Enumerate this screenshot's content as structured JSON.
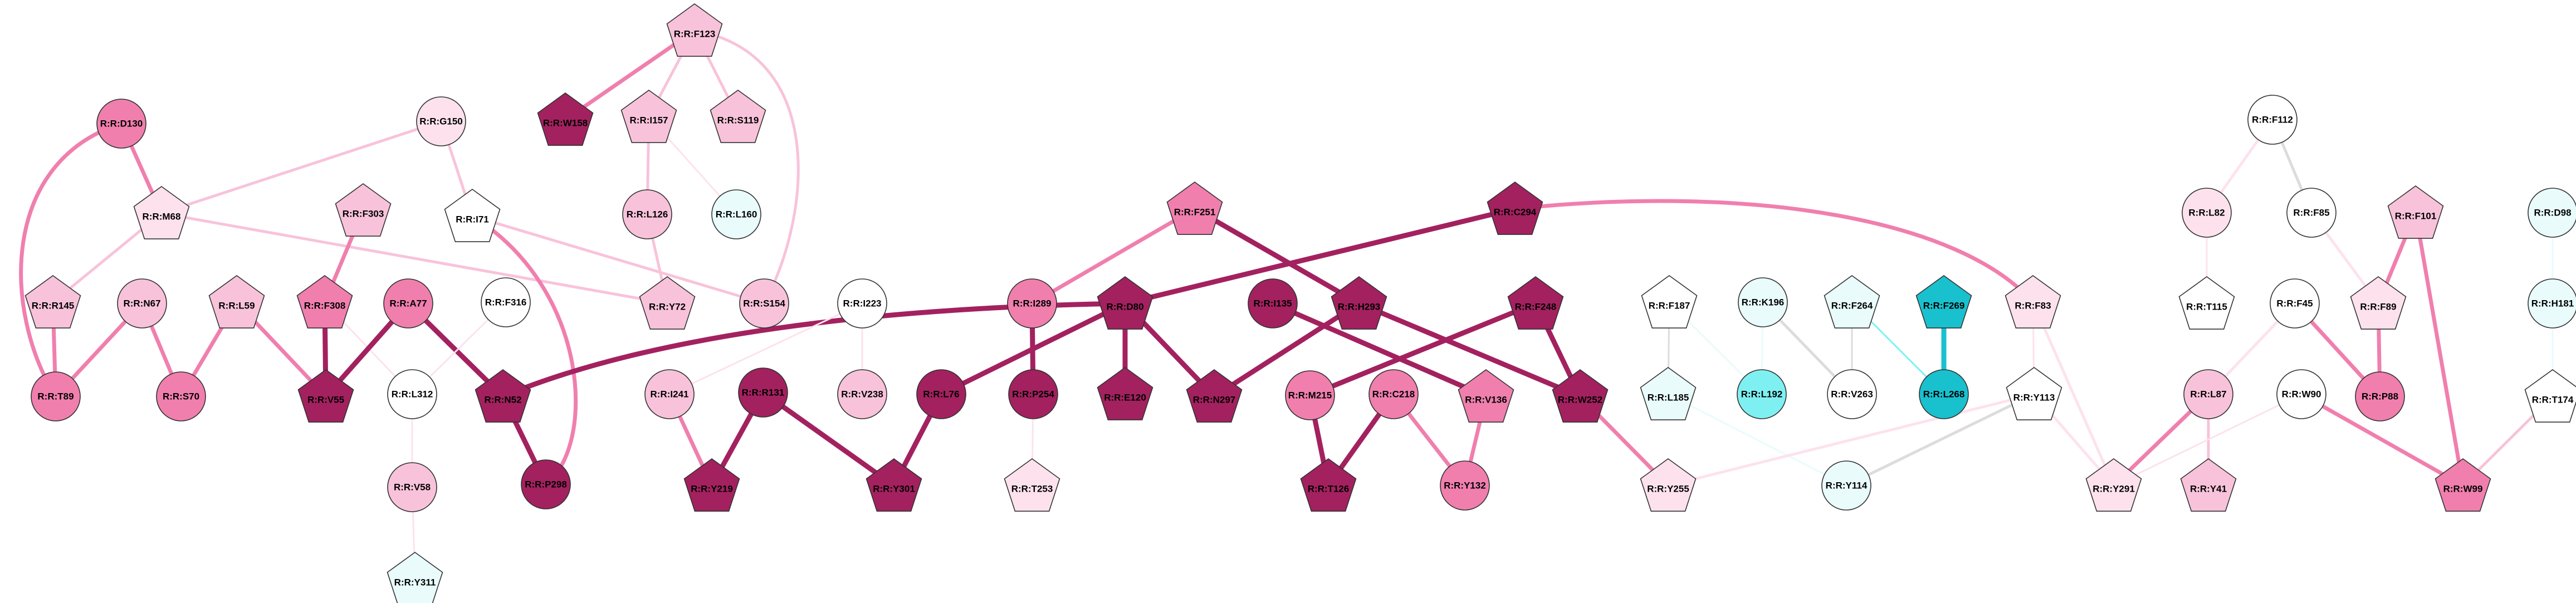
{
  "colors": {
    "white": "#ffffff",
    "pink_pale": "#fde2ee",
    "pink_light": "#f8c3da",
    "pink": "#f07fae",
    "magenta": "#a3215f",
    "cyan_pale": "#e9fbfb",
    "cyan": "#7ff0f2",
    "cyan_dark": "#19c1ce",
    "edge_grey": "#dcdcdc"
  },
  "nodes": [
    {
      "id": "F123",
      "label": "R:R:F123",
      "shape": "pentagon",
      "fill": "pink_light"
    },
    {
      "id": "W158",
      "label": "R:R:W158",
      "shape": "pentagon",
      "fill": "magenta"
    },
    {
      "id": "I157",
      "label": "R:R:I157",
      "shape": "pentagon",
      "fill": "pink_light"
    },
    {
      "id": "S119",
      "label": "R:R:S119",
      "shape": "pentagon",
      "fill": "pink_light"
    },
    {
      "id": "D130",
      "label": "R:R:D130",
      "shape": "circle",
      "fill": "pink"
    },
    {
      "id": "G150",
      "label": "R:R:G150",
      "shape": "circle",
      "fill": "pink_pale"
    },
    {
      "id": "M68",
      "label": "R:R:M68",
      "shape": "pentagon",
      "fill": "pink_pale"
    },
    {
      "id": "F303",
      "label": "R:R:F303",
      "shape": "pentagon",
      "fill": "pink_light"
    },
    {
      "id": "I71",
      "label": "R:R:I71",
      "shape": "pentagon",
      "fill": "white"
    },
    {
      "id": "L126",
      "label": "R:R:L126",
      "shape": "circle",
      "fill": "pink_light"
    },
    {
      "id": "L160",
      "label": "R:R:L160",
      "shape": "circle",
      "fill": "cyan_pale"
    },
    {
      "id": "R145",
      "label": "R:R:R145",
      "shape": "pentagon",
      "fill": "pink_light"
    },
    {
      "id": "N67",
      "label": "R:R:N67",
      "shape": "circle",
      "fill": "pink_light"
    },
    {
      "id": "L59",
      "label": "R:R:L59",
      "shape": "pentagon",
      "fill": "pink_light"
    },
    {
      "id": "F308",
      "label": "R:R:F308",
      "shape": "pentagon",
      "fill": "pink"
    },
    {
      "id": "A77",
      "label": "R:R:A77",
      "shape": "circle",
      "fill": "pink"
    },
    {
      "id": "F316",
      "label": "R:R:F316",
      "shape": "circle",
      "fill": "white"
    },
    {
      "id": "Y72",
      "label": "R:R:Y72",
      "shape": "pentagon",
      "fill": "pink_light"
    },
    {
      "id": "S154",
      "label": "R:R:S154",
      "shape": "circle",
      "fill": "pink_light"
    },
    {
      "id": "I223",
      "label": "R:R:I223",
      "shape": "circle",
      "fill": "white"
    },
    {
      "id": "T89",
      "label": "R:R:T89",
      "shape": "circle",
      "fill": "pink"
    },
    {
      "id": "S70",
      "label": "R:R:S70",
      "shape": "circle",
      "fill": "pink"
    },
    {
      "id": "V55",
      "label": "R:R:V55",
      "shape": "pentagon",
      "fill": "magenta"
    },
    {
      "id": "L312",
      "label": "R:R:L312",
      "shape": "circle",
      "fill": "white"
    },
    {
      "id": "N52",
      "label": "R:R:N52",
      "shape": "pentagon",
      "fill": "magenta"
    },
    {
      "id": "P298",
      "label": "R:R:P298",
      "shape": "circle",
      "fill": "magenta"
    },
    {
      "id": "V58",
      "label": "R:R:V58",
      "shape": "circle",
      "fill": "pink_light"
    },
    {
      "id": "Y311",
      "label": "R:R:Y311",
      "shape": "pentagon",
      "fill": "cyan_pale"
    },
    {
      "id": "I241",
      "label": "R:R:I241",
      "shape": "circle",
      "fill": "pink_light"
    },
    {
      "id": "R131",
      "label": "R:R:R131",
      "shape": "circle",
      "fill": "magenta"
    },
    {
      "id": "V238",
      "label": "R:R:V238",
      "shape": "circle",
      "fill": "pink_light"
    },
    {
      "id": "Y219",
      "label": "R:R:Y219",
      "shape": "pentagon",
      "fill": "magenta"
    },
    {
      "id": "Y301",
      "label": "R:R:Y301",
      "shape": "pentagon",
      "fill": "magenta"
    },
    {
      "id": "F251",
      "label": "R:R:F251",
      "shape": "pentagon",
      "fill": "pink"
    },
    {
      "id": "C294",
      "label": "R:R:C294",
      "shape": "pentagon",
      "fill": "magenta"
    },
    {
      "id": "I289",
      "label": "R:R:I289",
      "shape": "circle",
      "fill": "pink"
    },
    {
      "id": "D80",
      "label": "R:R:D80",
      "shape": "pentagon",
      "fill": "magenta"
    },
    {
      "id": "I135",
      "label": "R:R:I135",
      "shape": "circle",
      "fill": "magenta"
    },
    {
      "id": "H293",
      "label": "R:R:H293",
      "shape": "pentagon",
      "fill": "magenta"
    },
    {
      "id": "F248",
      "label": "R:R:F248",
      "shape": "pentagon",
      "fill": "magenta"
    },
    {
      "id": "L76",
      "label": "R:R:L76",
      "shape": "circle",
      "fill": "magenta"
    },
    {
      "id": "P254",
      "label": "R:R:P254",
      "shape": "circle",
      "fill": "magenta"
    },
    {
      "id": "E120",
      "label": "R:R:E120",
      "shape": "pentagon",
      "fill": "magenta"
    },
    {
      "id": "N297",
      "label": "R:R:N297",
      "shape": "pentagon",
      "fill": "magenta"
    },
    {
      "id": "M215",
      "label": "R:R:M215",
      "shape": "circle",
      "fill": "pink"
    },
    {
      "id": "C218",
      "label": "R:R:C218",
      "shape": "circle",
      "fill": "pink"
    },
    {
      "id": "V136",
      "label": "R:R:V136",
      "shape": "pentagon",
      "fill": "pink"
    },
    {
      "id": "W252",
      "label": "R:R:W252",
      "shape": "pentagon",
      "fill": "magenta"
    },
    {
      "id": "T253",
      "label": "R:R:T253",
      "shape": "pentagon",
      "fill": "pink_pale"
    },
    {
      "id": "T126",
      "label": "R:R:T126",
      "shape": "pentagon",
      "fill": "magenta"
    },
    {
      "id": "Y132",
      "label": "R:R:Y132",
      "shape": "circle",
      "fill": "pink"
    },
    {
      "id": "F187",
      "label": "R:R:F187",
      "shape": "pentagon",
      "fill": "white"
    },
    {
      "id": "K196",
      "label": "R:R:K196",
      "shape": "circle",
      "fill": "cyan_pale"
    },
    {
      "id": "F264",
      "label": "R:R:F264",
      "shape": "pentagon",
      "fill": "cyan_pale"
    },
    {
      "id": "F269",
      "label": "R:R:F269",
      "shape": "pentagon",
      "fill": "cyan_dark"
    },
    {
      "id": "F83",
      "label": "R:R:F83",
      "shape": "pentagon",
      "fill": "pink_pale"
    },
    {
      "id": "L185",
      "label": "R:R:L185",
      "shape": "pentagon",
      "fill": "cyan_pale"
    },
    {
      "id": "L192",
      "label": "R:R:L192",
      "shape": "circle",
      "fill": "cyan"
    },
    {
      "id": "V263",
      "label": "R:R:V263",
      "shape": "circle",
      "fill": "white"
    },
    {
      "id": "L268",
      "label": "R:R:L268",
      "shape": "circle",
      "fill": "cyan_dark"
    },
    {
      "id": "Y113",
      "label": "R:R:Y113",
      "shape": "pentagon",
      "fill": "white"
    },
    {
      "id": "Y255",
      "label": "R:R:Y255",
      "shape": "pentagon",
      "fill": "pink_pale"
    },
    {
      "id": "Y114",
      "label": "R:R:Y114",
      "shape": "circle",
      "fill": "cyan_pale"
    },
    {
      "id": "F112",
      "label": "R:R:F112",
      "shape": "circle",
      "fill": "white"
    },
    {
      "id": "L82",
      "label": "R:R:L82",
      "shape": "circle",
      "fill": "pink_pale"
    },
    {
      "id": "F85",
      "label": "R:R:F85",
      "shape": "circle",
      "fill": "white"
    },
    {
      "id": "F101",
      "label": "R:R:F101",
      "shape": "pentagon",
      "fill": "pink_light"
    },
    {
      "id": "D98",
      "label": "R:R:D98",
      "shape": "circle",
      "fill": "cyan_pale"
    },
    {
      "id": "T115",
      "label": "R:R:T115",
      "shape": "pentagon",
      "fill": "white"
    },
    {
      "id": "F45",
      "label": "R:R:F45",
      "shape": "circle",
      "fill": "white"
    },
    {
      "id": "F89",
      "label": "R:R:F89",
      "shape": "pentagon",
      "fill": "pink_pale"
    },
    {
      "id": "H181",
      "label": "R:R:H181",
      "shape": "circle",
      "fill": "cyan_pale"
    },
    {
      "id": "L87",
      "label": "R:R:L87",
      "shape": "circle",
      "fill": "pink_light"
    },
    {
      "id": "W90",
      "label": "R:R:W90",
      "shape": "circle",
      "fill": "white"
    },
    {
      "id": "P88",
      "label": "R:R:P88",
      "shape": "circle",
      "fill": "pink"
    },
    {
      "id": "T174",
      "label": "R:R:T174",
      "shape": "pentagon",
      "fill": "white"
    },
    {
      "id": "Y291",
      "label": "R:R:Y291",
      "shape": "pentagon",
      "fill": "pink_pale"
    },
    {
      "id": "Y41",
      "label": "R:R:Y41",
      "shape": "pentagon",
      "fill": "pink_light"
    },
    {
      "id": "W99",
      "label": "R:R:W99",
      "shape": "pentagon",
      "fill": "pink"
    }
  ],
  "edges": [
    {
      "from": "F123",
      "to": "W158",
      "color": "pink",
      "weight": 3
    },
    {
      "from": "F123",
      "to": "I157",
      "color": "pink_light",
      "weight": 2
    },
    {
      "from": "F123",
      "to": "S119",
      "color": "pink_light",
      "weight": 2
    },
    {
      "from": "F123",
      "to": "S154",
      "color": "pink_light",
      "weight": 2,
      "curve": true
    },
    {
      "from": "I157",
      "to": "L126",
      "color": "pink_light",
      "weight": 2
    },
    {
      "from": "I157",
      "to": "L160",
      "color": "pink_pale",
      "weight": 1
    },
    {
      "from": "L126",
      "to": "Y72",
      "color": "pink_light",
      "weight": 2
    },
    {
      "from": "D130",
      "to": "M68",
      "color": "pink",
      "weight": 3
    },
    {
      "from": "D130",
      "to": "T89",
      "color": "pink",
      "weight": 3,
      "curve": true
    },
    {
      "from": "G150",
      "to": "M68",
      "color": "pink_light",
      "weight": 2
    },
    {
      "from": "G150",
      "to": "I71",
      "color": "pink_light",
      "weight": 2
    },
    {
      "from": "M68",
      "to": "R145",
      "color": "pink_light",
      "weight": 2
    },
    {
      "from": "M68",
      "to": "Y72",
      "color": "pink_light",
      "weight": 2
    },
    {
      "from": "I71",
      "to": "S154",
      "color": "pink_light",
      "weight": 2
    },
    {
      "from": "I71",
      "to": "P298",
      "color": "pink",
      "weight": 3,
      "curve": true
    },
    {
      "from": "F303",
      "to": "F308",
      "color": "pink",
      "weight": 3
    },
    {
      "from": "R145",
      "to": "T89",
      "color": "pink",
      "weight": 3
    },
    {
      "from": "N67",
      "to": "T89",
      "color": "pink",
      "weight": 3
    },
    {
      "from": "N67",
      "to": "S70",
      "color": "pink",
      "weight": 3
    },
    {
      "from": "L59",
      "to": "S70",
      "color": "pink",
      "weight": 3
    },
    {
      "from": "L59",
      "to": "V55",
      "color": "pink",
      "weight": 3
    },
    {
      "from": "F308",
      "to": "V55",
      "color": "magenta",
      "weight": 4
    },
    {
      "from": "F308",
      "to": "L312",
      "color": "pink_pale",
      "weight": 1
    },
    {
      "from": "A77",
      "to": "V55",
      "color": "magenta",
      "weight": 4
    },
    {
      "from": "A77",
      "to": "N52",
      "color": "magenta",
      "weight": 4
    },
    {
      "from": "F316",
      "to": "L312",
      "color": "pink_pale",
      "weight": 1
    },
    {
      "from": "L312",
      "to": "V58",
      "color": "pink_pale",
      "weight": 1
    },
    {
      "from": "V58",
      "to": "Y311",
      "color": "pink_pale",
      "weight": 1
    },
    {
      "from": "N52",
      "to": "P298",
      "color": "magenta",
      "weight": 4
    },
    {
      "from": "N52",
      "to": "D80",
      "color": "magenta",
      "weight": 4,
      "curve": true
    },
    {
      "from": "I223",
      "to": "V238",
      "color": "pink_pale",
      "weight": 1
    },
    {
      "from": "I223",
      "to": "I241",
      "color": "pink_pale",
      "weight": 1
    },
    {
      "from": "I241",
      "to": "Y219",
      "color": "pink",
      "weight": 3
    },
    {
      "from": "R131",
      "to": "Y219",
      "color": "magenta",
      "weight": 4
    },
    {
      "from": "R131",
      "to": "Y301",
      "color": "magenta",
      "weight": 4
    },
    {
      "from": "L76",
      "to": "Y301",
      "color": "magenta",
      "weight": 4
    },
    {
      "from": "F251",
      "to": "I289",
      "color": "pink",
      "weight": 3
    },
    {
      "from": "F251",
      "to": "H293",
      "color": "magenta",
      "weight": 4
    },
    {
      "from": "C294",
      "to": "D80",
      "color": "magenta",
      "weight": 4
    },
    {
      "from": "C294",
      "to": "F83",
      "color": "pink",
      "weight": 3,
      "curve": true
    },
    {
      "from": "I289",
      "to": "P254",
      "color": "magenta",
      "weight": 4
    },
    {
      "from": "P254",
      "to": "T253",
      "color": "pink_pale",
      "weight": 1
    },
    {
      "from": "D80",
      "to": "L76",
      "color": "magenta",
      "weight": 4
    },
    {
      "from": "D80",
      "to": "E120",
      "color": "magenta",
      "weight": 4
    },
    {
      "from": "D80",
      "to": "N297",
      "color": "magenta",
      "weight": 4
    },
    {
      "from": "H293",
      "to": "N297",
      "color": "magenta",
      "weight": 4
    },
    {
      "from": "H293",
      "to": "W252",
      "color": "magenta",
      "weight": 4
    },
    {
      "from": "I135",
      "to": "V136",
      "color": "magenta",
      "weight": 4
    },
    {
      "from": "F248",
      "to": "M215",
      "color": "magenta",
      "weight": 4
    },
    {
      "from": "F248",
      "to": "W252",
      "color": "magenta",
      "weight": 4
    },
    {
      "from": "M215",
      "to": "T126",
      "color": "magenta",
      "weight": 4
    },
    {
      "from": "C218",
      "to": "T126",
      "color": "magenta",
      "weight": 4
    },
    {
      "from": "C218",
      "to": "Y132",
      "color": "pink",
      "weight": 3
    },
    {
      "from": "V136",
      "to": "Y132",
      "color": "pink",
      "weight": 3
    },
    {
      "from": "W252",
      "to": "Y255",
      "color": "pink",
      "weight": 3
    },
    {
      "from": "F187",
      "to": "L185",
      "color": "edge_grey",
      "weight": 1
    },
    {
      "from": "F187",
      "to": "L192",
      "color": "cyan_pale",
      "weight": 1
    },
    {
      "from": "K196",
      "to": "L192",
      "color": "cyan_pale",
      "weight": 1
    },
    {
      "from": "K196",
      "to": "V263",
      "color": "edge_grey",
      "weight": 2
    },
    {
      "from": "F264",
      "to": "V263",
      "color": "edge_grey",
      "weight": 1
    },
    {
      "from": "F264",
      "to": "L268",
      "color": "cyan",
      "weight": 1
    },
    {
      "from": "F269",
      "to": "L268",
      "color": "cyan_dark",
      "weight": 4
    },
    {
      "from": "L185",
      "to": "Y114",
      "color": "cyan_pale",
      "weight": 1
    },
    {
      "from": "F83",
      "to": "Y113",
      "color": "pink_pale",
      "weight": 1
    },
    {
      "from": "F83",
      "to": "Y291",
      "color": "pink_pale",
      "weight": 2
    },
    {
      "from": "Y113",
      "to": "Y255",
      "color": "pink_pale",
      "weight": 2
    },
    {
      "from": "Y113",
      "to": "Y114",
      "color": "edge_grey",
      "weight": 2
    },
    {
      "from": "Y113",
      "to": "Y291",
      "color": "pink_pale",
      "weight": 2
    },
    {
      "from": "F112",
      "to": "L82",
      "color": "pink_pale",
      "weight": 2
    },
    {
      "from": "F112",
      "to": "F85",
      "color": "edge_grey",
      "weight": 2
    },
    {
      "from": "L82",
      "to": "T115",
      "color": "pink_pale",
      "weight": 1
    },
    {
      "from": "F85",
      "to": "F89",
      "color": "pink_pale",
      "weight": 2
    },
    {
      "from": "F101",
      "to": "F89",
      "color": "pink",
      "weight": 3
    },
    {
      "from": "F101",
      "to": "W99",
      "color": "pink",
      "weight": 3
    },
    {
      "from": "D98",
      "to": "H181",
      "color": "cyan_pale",
      "weight": 1
    },
    {
      "from": "H181",
      "to": "T174",
      "color": "cyan_pale",
      "weight": 1
    },
    {
      "from": "F45",
      "to": "L87",
      "color": "pink_pale",
      "weight": 2
    },
    {
      "from": "F45",
      "to": "P88",
      "color": "pink",
      "weight": 3
    },
    {
      "from": "F89",
      "to": "P88",
      "color": "pink",
      "weight": 3
    },
    {
      "from": "L87",
      "to": "Y291",
      "color": "pink",
      "weight": 3
    },
    {
      "from": "L87",
      "to": "Y41",
      "color": "pink_light",
      "weight": 2
    },
    {
      "from": "W90",
      "to": "Y291",
      "color": "pink_pale",
      "weight": 1
    },
    {
      "from": "W90",
      "to": "W99",
      "color": "pink",
      "weight": 3
    },
    {
      "from": "T174",
      "to": "W99",
      "color": "pink_light",
      "weight": 2
    }
  ]
}
